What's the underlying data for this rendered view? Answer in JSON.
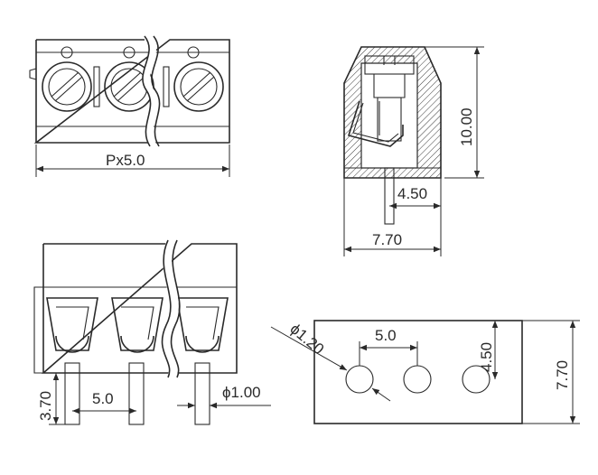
{
  "drawing": {
    "top_view": {
      "pitch_label": "Px5.0"
    },
    "side_view": {
      "height_label": "10.00",
      "pin_offset_label": "4.50",
      "width_label": "7.70"
    },
    "front_view": {
      "pin_length_label": "3.70",
      "pin_pitch_label": "5.0",
      "pin_diameter_label": "ϕ1.00"
    },
    "pcb_layout": {
      "hole_diameter_label": "ϕ1.20",
      "hole_pitch_label": "5.0",
      "hole_offset_label": "4.50",
      "width_label": "7.70"
    }
  }
}
